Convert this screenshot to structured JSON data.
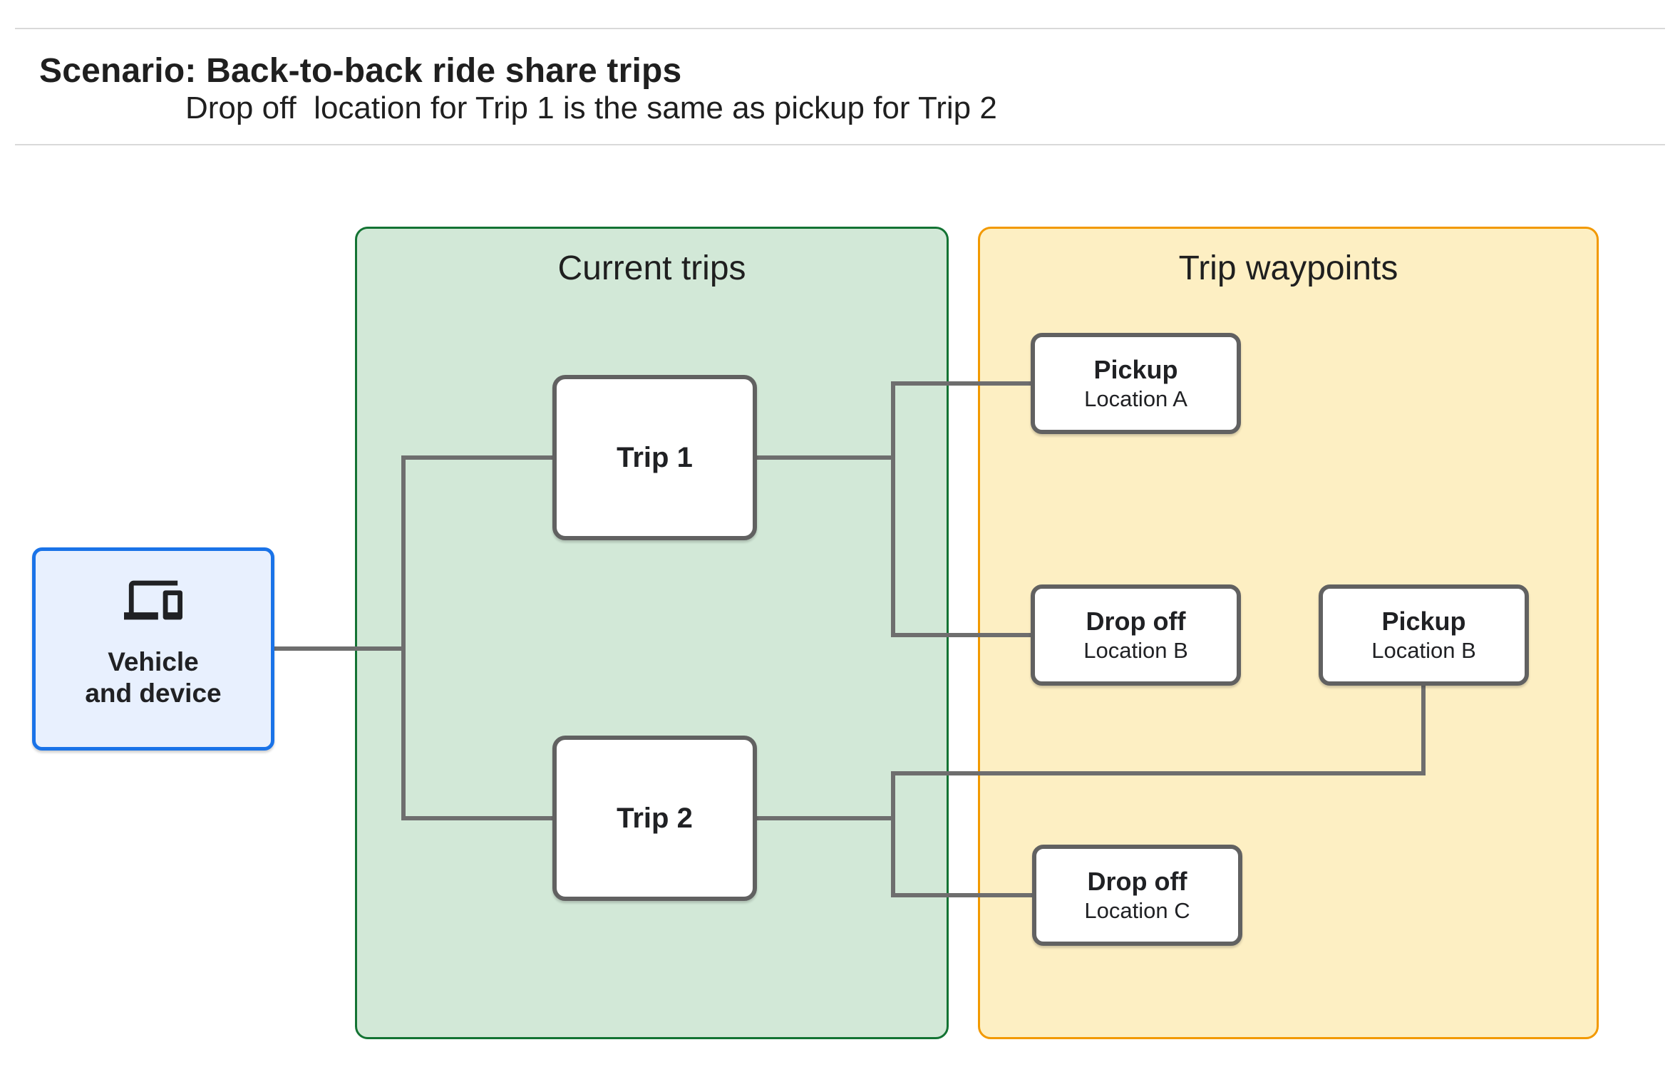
{
  "header": {
    "title": "Scenario: Back-to-back ride share trips",
    "subtitle": "Drop off  location for Trip 1 is the same as pickup for Trip 2"
  },
  "vehicle_node": {
    "icon": "devices-icon",
    "line1": "Vehicle",
    "line2": "and device"
  },
  "current_trips": {
    "title": "Current trips",
    "nodes": [
      {
        "label": "Trip 1"
      },
      {
        "label": "Trip 2"
      }
    ]
  },
  "trip_waypoints": {
    "title": "Trip waypoints",
    "nodes": [
      {
        "title": "Pickup",
        "subtitle": "Location A"
      },
      {
        "title": "Drop off",
        "subtitle": "Location B"
      },
      {
        "title": "Pickup",
        "subtitle": "Location B"
      },
      {
        "title": "Drop off",
        "subtitle": "Location C"
      }
    ]
  },
  "colors": {
    "vehicle_fill": "#e8f0fe",
    "vehicle_border": "#1a73e8",
    "current_trips_fill": "#d2e8d7",
    "current_trips_border": "#137333",
    "waypoints_fill": "#fdefc3",
    "waypoints_border": "#f29900",
    "node_border": "#616161",
    "connector": "#6e6e6e",
    "divider": "#d9d9d9",
    "text": "#1f1f1f"
  }
}
